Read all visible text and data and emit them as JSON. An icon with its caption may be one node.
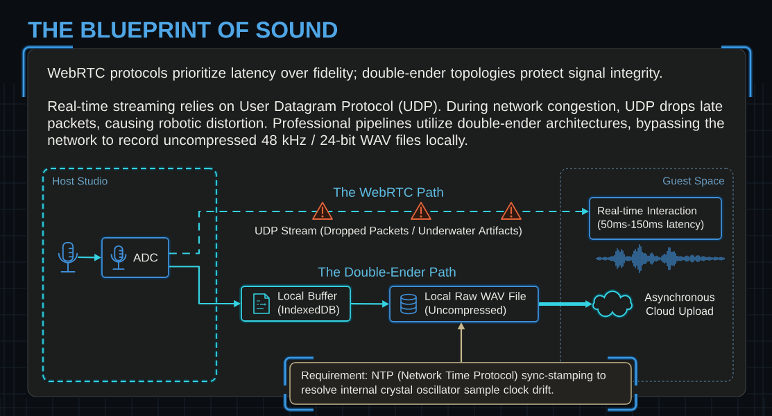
{
  "diagram": {
    "title": "THE BLUEPRINT OF SOUND",
    "nodes": [
      {
        "text": [
          "WebRTC protocols prioritize latency over fidelity; double-ender topologies protect signal integrity.",
          "Real-time streaming relies on User Datagram Protocol (UDP). During network congestion, UDP drops late packets, causing robotic distortion. Professional pipelines utilize double-ender architectures, bypassing the network to record uncompressed 48 kHz / 24-bit WAV files locally."
        ]
      },
      {
        "text": [
          "Host Studio"
        ],
        "in": 0
      },
      {
        "text": [],
        "shape": "picture",
        "in": 1
      },
      {
        "text": [
          "ADC"
        ],
        "in": 1
      },
      {
        "text": [
          "Guest Space"
        ],
        "in": 0
      },
      {
        "text": [
          "Local Buffer (IndexedDB)"
        ],
        "in": 0
      },
      {
        "text": [
          "Local Raw WAV File (Uncompressed)"
        ],
        "in": 0
      },
      {
        "text": [
          "Real-time Interaction (50ms-150ms latency)"
        ],
        "in": 4
      },
      {
        "text": [],
        "shape": "cloud",
        "beside": [
          "Asynchronous Cloud Upload"
        ],
        "in": 4
      },
      {
        "text": [
          "Requirement: NTP (Network Time Protocol) sync-stamping to resolve internal crystal oscillator sample clock drift."
        ]
      }
    ],
    "edges": [
      {
        "from": 2,
        "to": 3,
        "arrow": "to"
      },
      {
        "from": 3,
        "to": 7,
        "arrow": "to",
        "style": "dashed",
        "label": "UDP Stream (Dropped Packets / Underwater Artifacts)"
      },
      {
        "from": 3,
        "to": 5,
        "arrow": "to"
      },
      {
        "from": 5,
        "to": 6,
        "arrow": "to"
      },
      {
        "from": 6,
        "to": 8,
        "arrow": "to",
        "style": "thick"
      },
      {
        "from": 9,
        "to": 6,
        "arrow": "to",
        "color": "#c9b98e"
      }
    ],
    "labels": [
      "The WebRTC Path",
      "The Double-Ender Path"
    ]
  }
}
